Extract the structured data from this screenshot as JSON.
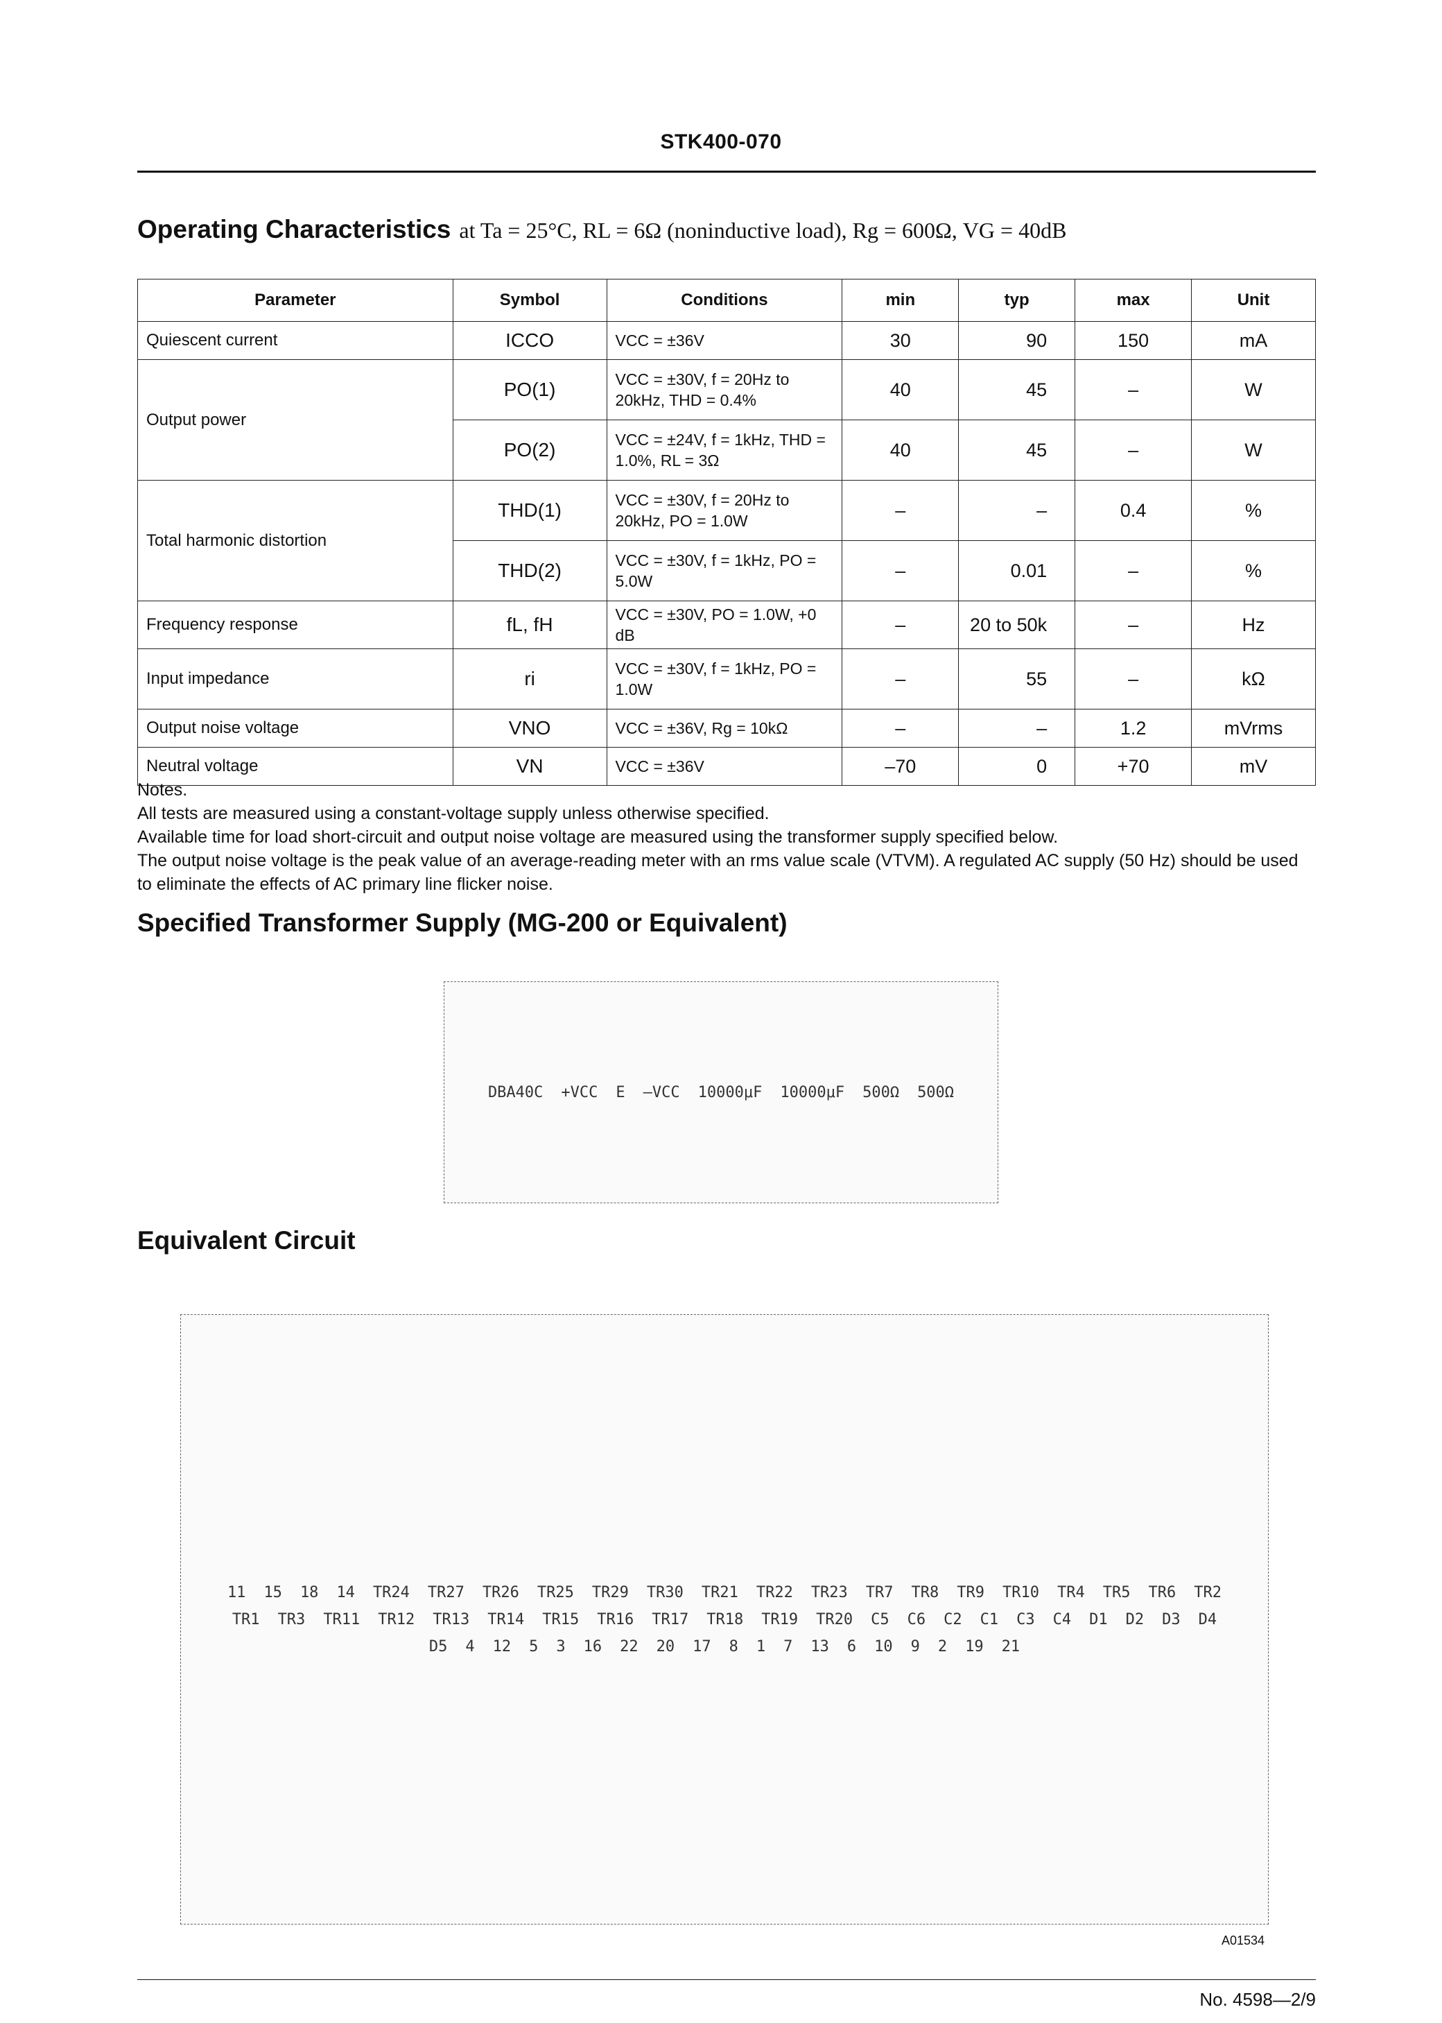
{
  "header": {
    "title": "STK400-070"
  },
  "operating": {
    "title": "Operating Characteristics",
    "conditions": "at Ta = 25°C, RL = 6Ω (noninductive load), Rg = 600Ω, VG = 40dB"
  },
  "table": {
    "headers": [
      "Parameter",
      "Symbol",
      "Conditions",
      "min",
      "typ",
      "max",
      "Unit"
    ],
    "rows": [
      {
        "param": "Quiescent current",
        "symbol": "ICCO",
        "cond": "VCC = ±36V",
        "min": "30",
        "typ": "90",
        "max": "150",
        "unit": "mA"
      },
      {
        "param": "Output power",
        "symbol": "PO(1)",
        "cond": "VCC = ±30V, f = 20Hz to 20kHz, THD = 0.4%",
        "min": "40",
        "typ": "45",
        "max": "–",
        "unit": "W"
      },
      {
        "symbol": "PO(2)",
        "cond": "VCC = ±24V, f = 1kHz, THD = 1.0%, RL = 3Ω",
        "min": "40",
        "typ": "45",
        "max": "–",
        "unit": "W"
      },
      {
        "param": "Total harmonic distortion",
        "symbol": "THD(1)",
        "cond": "VCC = ±30V, f = 20Hz to 20kHz, PO = 1.0W",
        "min": "–",
        "typ": "–",
        "max": "0.4",
        "unit": "%"
      },
      {
        "symbol": "THD(2)",
        "cond": "VCC = ±30V, f = 1kHz, PO = 5.0W",
        "min": "–",
        "typ": "0.01",
        "max": "–",
        "unit": "%"
      },
      {
        "param": "Frequency response",
        "symbol": "fL, fH",
        "cond": "VCC = ±30V, PO = 1.0W, +0 dB",
        "min": "–",
        "typ": "20 to 50k",
        "max": "–",
        "unit": "Hz"
      },
      {
        "param": "Input impedance",
        "symbol": "ri",
        "cond": "VCC = ±30V, f = 1kHz, PO = 1.0W",
        "min": "–",
        "typ": "55",
        "max": "–",
        "unit": "kΩ"
      },
      {
        "param": "Output noise voltage",
        "symbol": "VNO",
        "cond": "VCC = ±36V, Rg = 10kΩ",
        "min": "–",
        "typ": "–",
        "max": "1.2",
        "unit": "mVrms"
      },
      {
        "param": "Neutral voltage",
        "symbol": "VN",
        "cond": "VCC = ±36V",
        "min": "–70",
        "typ": "0",
        "max": "+70",
        "unit": "mV"
      }
    ]
  },
  "notes": {
    "heading": "Notes.",
    "lines": [
      "All tests are measured using a constant-voltage supply unless otherwise specified.",
      "Available time for load short-circuit and output noise voltage are measured using the transformer supply specified below.",
      "The output noise voltage is the peak value of an average-reading meter with an rms value scale (VTVM). A regulated AC supply (50 Hz) should be used to eliminate the effects of AC primary line flicker noise."
    ]
  },
  "transformer": {
    "title": "Specified Transformer Supply (MG-200 or Equivalent)",
    "labels": [
      "DBA40C",
      "+VCC",
      "E",
      "–VCC",
      "10000μF",
      "10000μF",
      "500Ω",
      "500Ω"
    ]
  },
  "circuit": {
    "title": "Equivalent Circuit",
    "labels": [
      "11",
      "15",
      "18",
      "14",
      "TR24",
      "TR27",
      "TR26",
      "TR25",
      "TR29",
      "TR30",
      "TR21",
      "TR22",
      "TR23",
      "TR7",
      "TR8",
      "TR9",
      "TR10",
      "TR4",
      "TR5",
      "TR6",
      "TR2",
      "TR1",
      "TR3",
      "TR11",
      "TR12",
      "TR13",
      "TR14",
      "TR15",
      "TR16",
      "TR17",
      "TR18",
      "TR19",
      "TR20",
      "C5",
      "C6",
      "C2",
      "C1",
      "C3",
      "C4",
      "D1",
      "D2",
      "D3",
      "D4",
      "D5",
      "4",
      "12",
      "5",
      "3",
      "16",
      "22",
      "20",
      "17",
      "8",
      "1",
      "7",
      "13",
      "6",
      "10",
      "9",
      "2",
      "19",
      "21"
    ],
    "code": "A01534"
  },
  "footer": {
    "page": "No. 4598—2/9"
  }
}
